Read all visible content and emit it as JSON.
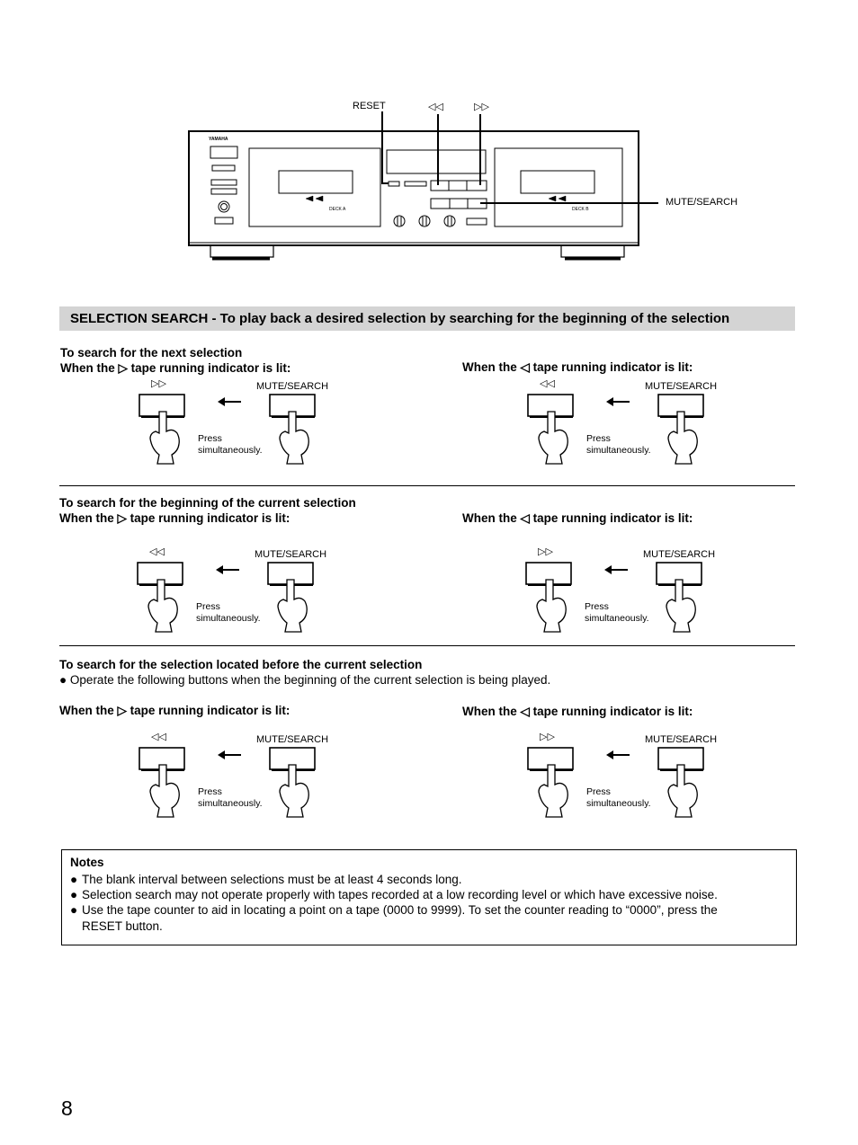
{
  "diagram": {
    "reset_label": "RESET",
    "rew_symbol": "◁◁",
    "ff_symbol": "▷▷",
    "mute_search_label": "MUTE/SEARCH",
    "brand": "YAMAHA",
    "deck_a": "DECK A",
    "deck_b": "DECK B"
  },
  "banner": "SELECTION SEARCH - To play back a desired selection by searching for the beginning of the selection",
  "sec1": {
    "title": "To search for the next selection",
    "left_when": "When the ▷ tape running indicator is lit:",
    "right_when": "When the ◁ tape running indicator is lit:",
    "left_button": "▷▷",
    "right_button": "◁◁"
  },
  "sec2": {
    "title": "To search for the beginning of the current selection",
    "left_when": "When the ▷ tape running indicator is lit:",
    "right_when": "When the ◁ tape running indicator is lit:",
    "left_button": "◁◁",
    "right_button": "▷▷"
  },
  "sec3": {
    "title": "To search for the selection located before the current selection",
    "bullet": "Operate the following buttons when the beginning of the current selection is being played.",
    "left_when": "When the ▷ tape running indicator is lit:",
    "right_when": "When the ◁ tape running indicator is lit:",
    "left_button": "◁◁",
    "right_button": "▷▷"
  },
  "common": {
    "mute_search": "MUTE/SEARCH",
    "press": "Press",
    "simultaneously": "simultaneously."
  },
  "notes": {
    "title": "Notes",
    "items": [
      "The blank interval between selections must be at least 4 seconds long.",
      "Selection search may not operate properly with tapes recorded at a low recording level or which have excessive noise.",
      "Use the tape counter to aid in locating a point on a tape (0000 to 9999). To set the counter reading to “0000”, press the",
      "RESET button."
    ]
  },
  "page_number": "8"
}
